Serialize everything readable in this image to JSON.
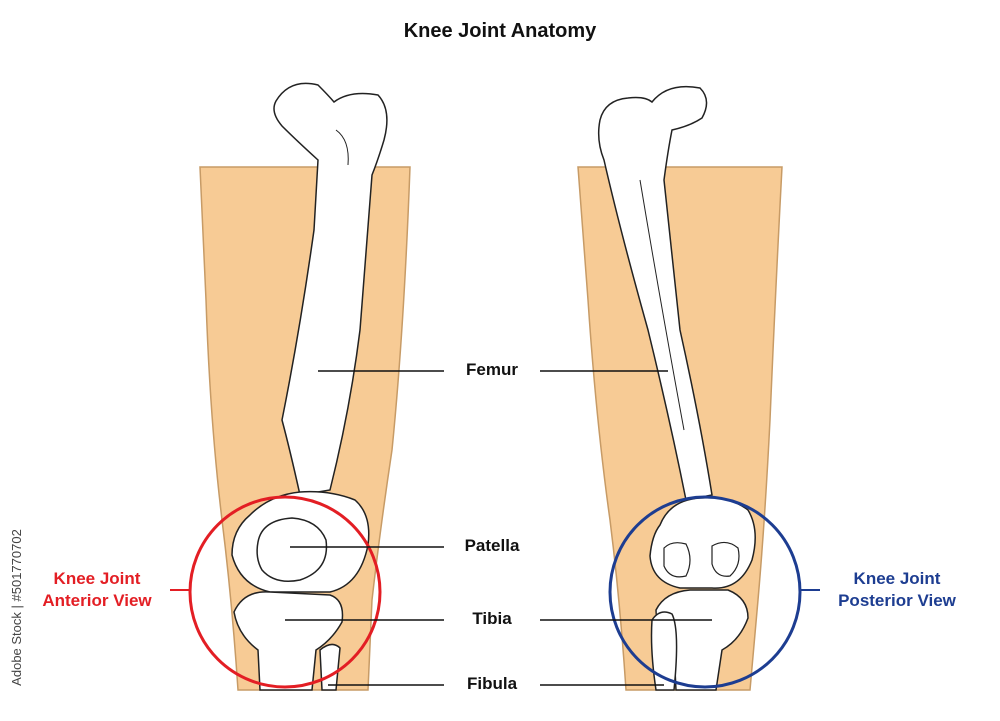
{
  "title": "Knee Joint Anatomy",
  "labels": {
    "femur": "Femur",
    "patella": "Patella",
    "tibia": "Tibia",
    "fibula": "Fibula"
  },
  "views": {
    "anterior_line1": "Knee Joint",
    "anterior_line2": "Anterior View",
    "posterior_line1": "Knee Joint",
    "posterior_line2": "Posterior View"
  },
  "colors": {
    "skin": "#f7cb95",
    "bone": "#ffffff",
    "outline": "#222222",
    "anterior_accent": "#e31e24",
    "posterior_accent": "#1d3d91"
  },
  "watermark": "Adobe Stock | #501770702"
}
